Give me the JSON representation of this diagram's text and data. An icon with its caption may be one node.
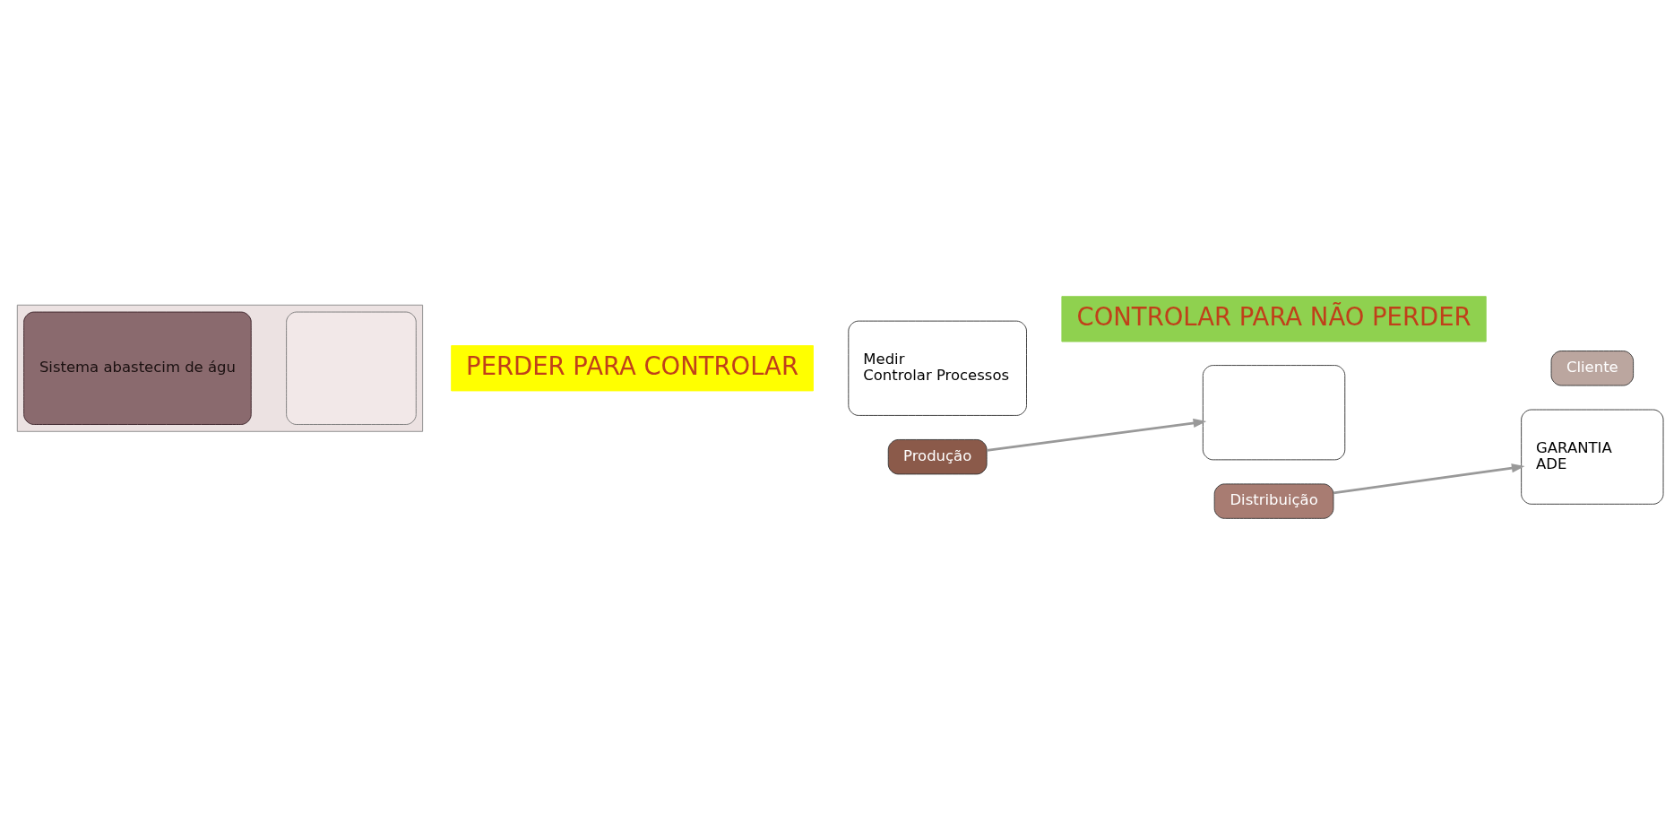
{
  "diagram": {
    "nodes": [
      {
        "text": [],
        "shape": "arrow"
      },
      {
        "text": [
          "Sistema abastecim de águ"
        ],
        "in": 0
      },
      {
        "text": [],
        "shape": "box",
        "in": 0
      },
      {
        "text": [
          "PERDER PARA CONTROLAR"
        ]
      },
      {
        "text": [
          "Medir",
          "Controlar Processos"
        ]
      },
      {
        "text": [
          "Produção"
        ]
      },
      {
        "text": [],
        "shape": "box"
      },
      {
        "text": [
          "Distribuição"
        ]
      },
      {
        "text": [
          "GARANTIA",
          "ADE"
        ]
      },
      {
        "text": [
          "Cliente"
        ]
      },
      {
        "text": [
          "CONTROLAR PARA NÃO PERDER"
        ]
      }
    ],
    "edges": [
      {
        "from": 5,
        "to": 6,
        "arrow": "to"
      },
      {
        "from": 7,
        "to": 8,
        "arrow": "to"
      }
    ]
  }
}
